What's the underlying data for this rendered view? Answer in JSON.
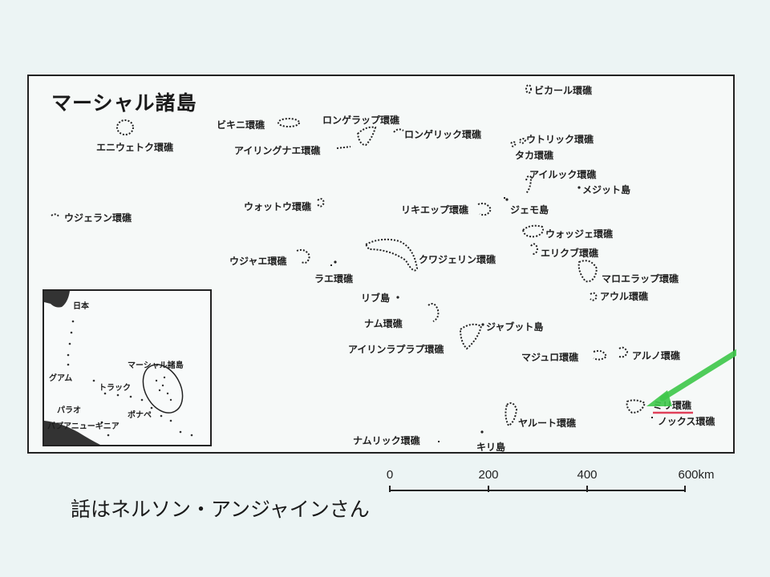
{
  "map": {
    "title": "マーシャル諸島",
    "labels": {
      "bikar": "ビカール環礁",
      "bikini": "ビキニ環礁",
      "rongelap": "ロンゲラップ環礁",
      "rongerik": "ロンゲリック環礁",
      "enewetak": "エニウェトク環礁",
      "ailinginae": "アイリングナエ環礁",
      "utrik": "ウトリック環礁",
      "taka": "タカ環礁",
      "ailuk": "アイルック環礁",
      "mejit": "メジット島",
      "ujelang": "ウジェラン環礁",
      "wotho": "ウォットウ環礁",
      "likiep": "リキエップ環礁",
      "jemo": "ジェモ島",
      "wotje": "ウォッジェ環礁",
      "erikub": "エリクブ環礁",
      "ujae": "ウジャエ環礁",
      "lae": "ラエ環礁",
      "kwajalein": "クワジェリン環礁",
      "maloelap": "マロエラップ環礁",
      "aur": "アウル環礁",
      "lib": "リブ島",
      "namu": "ナム環礁",
      "jabwot": "ジャブット島",
      "ailinglaplap": "アイリンラプラプ環礁",
      "majuro": "マジュロ環礁",
      "arno": "アルノ環礁",
      "mili": "ミリ環礁",
      "knox": "ノックス環礁",
      "jaluit": "ヤルート環礁",
      "namorik": "ナムリック環礁",
      "kili": "キリ島"
    },
    "highlight_colors": {
      "arrow": "#3ec84a",
      "underline": "#e0405a"
    }
  },
  "inset": {
    "labels": {
      "japan": "日本",
      "marshall": "マーシャル諸島",
      "guam": "グアム",
      "truk": "トラック",
      "palau": "パラオ",
      "pohnpei": "ポナペ",
      "png": "パプアニューギニア"
    }
  },
  "scale_bar": {
    "ticks": [
      "0",
      "200",
      "400",
      "600km"
    ]
  },
  "caption": "話はネルソン・アンジャインさん"
}
